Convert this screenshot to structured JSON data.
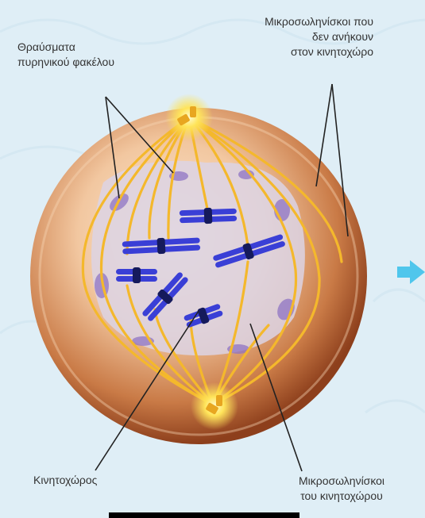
{
  "labels": {
    "nuclear_fragments": [
      "Θραύσματα",
      "πυρηνικού φακέλου"
    ],
    "nonkinetochore_mt": [
      "Μικροσωληνίσκοι που",
      "δεν ανήκουν",
      "στον κινητοχώρο"
    ],
    "kinetochore": "Κινητοχώρος",
    "kinetochore_mt": [
      "Μικροσωληνίσκοι",
      "του κινητοχώρου"
    ]
  },
  "colors": {
    "background": "#dfeef6",
    "cell_outer": "#a8542a",
    "cell_inner": "#f2c7a0",
    "nucleus_region": "#d9d3e6",
    "chromosome": "#3a3fd6",
    "centromere": "#151a5c",
    "spindle": "#f4b82c",
    "centrosome_glow": "#fff27a",
    "arrow": "#4fc6ec"
  },
  "icons": [
    "centrosome-icon",
    "chromosome-icon",
    "next-arrow-icon"
  ]
}
